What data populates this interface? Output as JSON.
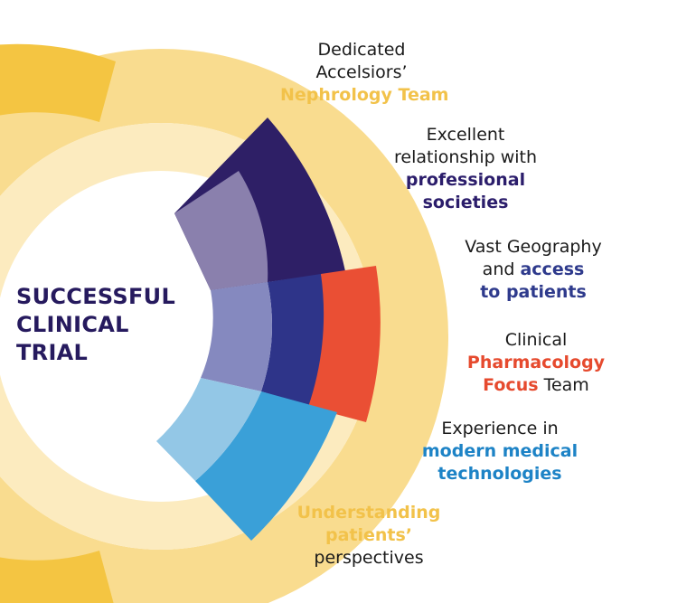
{
  "center_title": [
    "SUCCESSFUL",
    "CLINICAL",
    "TRIAL"
  ],
  "colors": {
    "title": "#261a5e",
    "yellow_text": "#f2c24a",
    "navy_text": "#2b1d6b",
    "blue_text": "#2e3a8c",
    "red_text": "#e64a2e",
    "cyan_text": "#1d83c6"
  },
  "labels": {
    "nephrology": {
      "line1": "Dedicated",
      "line2": "Accelsiors’",
      "line3": "Nephrology Team"
    },
    "societies": {
      "line1": "Excellent",
      "line2": "relationship with",
      "line3": "professional",
      "line4": "societies"
    },
    "geography": {
      "line1": "Vast Geography",
      "line2_plain": "and ",
      "line2_accent": "access",
      "line3": "to patients"
    },
    "pharmacology": {
      "line1": "Clinical",
      "line2": "Pharmacology",
      "line3_accent": "Focus",
      "line3_plain": " Team"
    },
    "technologies": {
      "line1": "Experience in",
      "line2": "modern medical",
      "line3": "technologies"
    },
    "perspectives": {
      "line1": "Understanding",
      "line2": "patients’",
      "line3": "perspectives"
    }
  }
}
